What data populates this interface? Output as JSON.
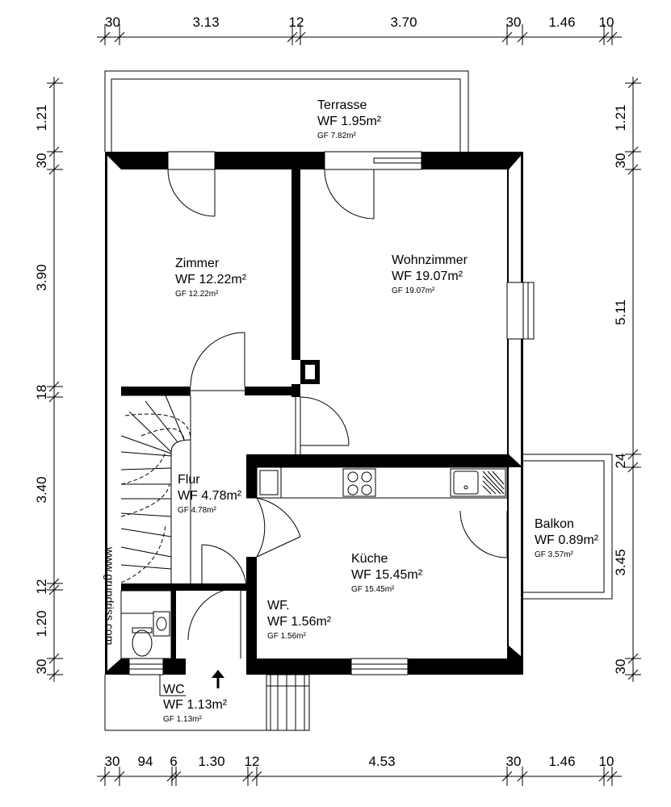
{
  "dimensions": {
    "top": [
      "30",
      "3.13",
      "12",
      "3.70",
      "30",
      "1.46",
      "10"
    ],
    "bottom": [
      "30",
      "94",
      "6",
      "1.30",
      "12",
      "4.53",
      "30",
      "1.46",
      "10"
    ],
    "left": [
      "1.21",
      "30",
      "3.90",
      "18",
      "3.40",
      "12",
      "1.20",
      "30"
    ],
    "right": [
      "1.21",
      "30",
      "5.11",
      "24",
      "3.45",
      "30"
    ]
  },
  "rooms": {
    "terrasse": {
      "name": "Terrasse",
      "wf": "WF 1.95m²",
      "gf": "GF 7.82m²"
    },
    "zimmer": {
      "name": "Zimmer",
      "wf": "WF 12.22m²",
      "gf": "GF 12.22m²"
    },
    "wohnzimmer": {
      "name": "Wohnzimmer",
      "wf": "WF 19.07m²",
      "gf": "GF 19.07m²"
    },
    "flur": {
      "name": "Flur",
      "wf": "WF 4.78m²",
      "gf": "GF 4.78m²"
    },
    "kueche": {
      "name": "Küche",
      "wf": "WF 15.45m²",
      "gf": "GF 15.45m²"
    },
    "balkon": {
      "name": "Balkon",
      "wf": "WF 0.89m²",
      "gf": "GF 3.57m²"
    },
    "wf_room": {
      "name": "WF.",
      "wf": "WF 1.56m²",
      "gf": "GF 1.56m²"
    },
    "wc": {
      "name": "WC",
      "wf": "WF 1.13m²",
      "gf": "GF 1.13m²"
    }
  },
  "watermark": "www.grundriss.com"
}
